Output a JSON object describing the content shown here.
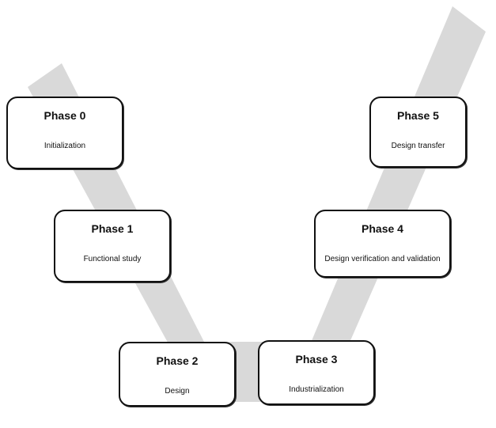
{
  "colors": {
    "band": "#d9d9d9",
    "box_border": "#111111",
    "box_fill": "#ffffff",
    "text": "#111111"
  },
  "phases": [
    {
      "title": "Phase 0",
      "description": "Initialization"
    },
    {
      "title": "Phase 1",
      "description": "Functional study"
    },
    {
      "title": "Phase 2",
      "description": "Design"
    },
    {
      "title": "Phase 3",
      "description": "Industrialization"
    },
    {
      "title": "Phase 4",
      "description": "Design verification and validation"
    },
    {
      "title": "Phase 5",
      "description": "Design transfer"
    }
  ]
}
